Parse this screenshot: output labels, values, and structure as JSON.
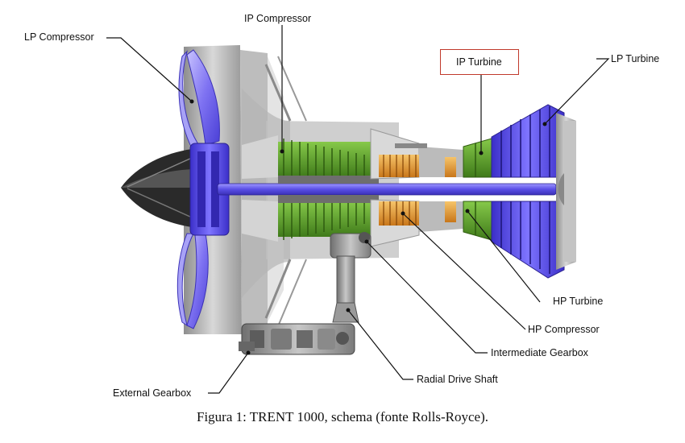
{
  "labels": {
    "lp_compressor": "LP Compressor",
    "ip_compressor": "IP Compressor",
    "ip_turbine": "IP Turbine",
    "lp_turbine": "LP Turbine",
    "hp_turbine": "HP Turbine",
    "hp_compressor": "HP Compressor",
    "intermediate_gearbox": "Intermediate Gearbox",
    "radial_drive_shaft": "Radial Drive Shaft",
    "external_gearbox": "External Gearbox"
  },
  "caption": "Figura 1: TRENT 1000, schema (fonte Rolls-Royce).",
  "colors": {
    "lp_stage": "#5b4fe0",
    "ip_stage": "#5e9e2e",
    "hp_stage": "#e39a2c",
    "casing": "#a9a9a9",
    "highlight": "#c0392b"
  }
}
